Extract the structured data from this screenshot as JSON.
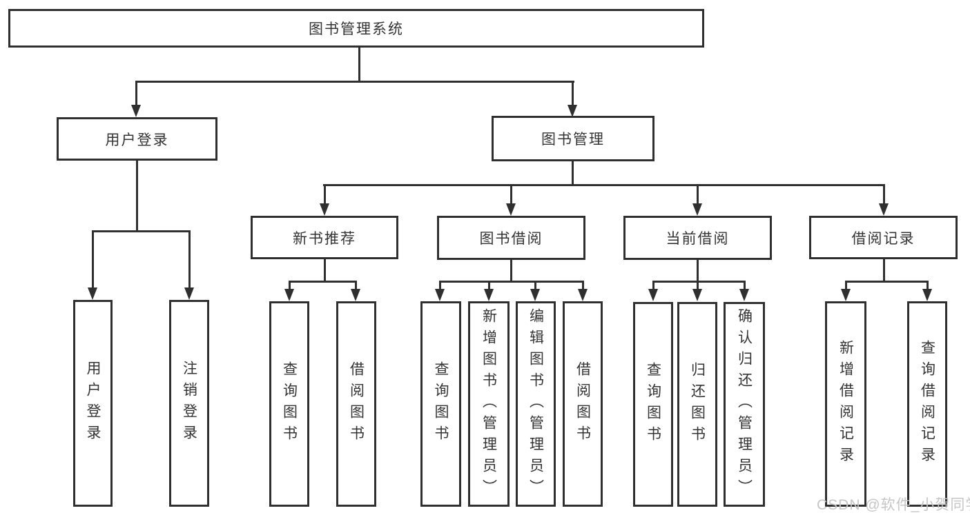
{
  "title": "图书管理系统",
  "nodes": {
    "root": {
      "label": "图书管理系统"
    },
    "user_login": {
      "label": "用户登录"
    },
    "book_mgmt": {
      "label": "图书管理"
    },
    "leaf_user_login": {
      "label": "用户登录"
    },
    "leaf_logout": {
      "label": "注销登录"
    },
    "new_book_rec": {
      "label": "新书推荐"
    },
    "book_borrow": {
      "label": "图书借阅"
    },
    "current_borrow": {
      "label": "当前借阅"
    },
    "borrow_record": {
      "label": "借阅记录"
    },
    "nb_query_book": {
      "label": "查询图书"
    },
    "nb_borrow_book": {
      "label": "借阅图书"
    },
    "bb_query_book": {
      "label": "查询图书"
    },
    "bb_add_book": {
      "label": "新增图书（管理员）"
    },
    "bb_edit_book": {
      "label": "编辑图书（管理员）"
    },
    "bb_borrow_book": {
      "label": "借阅图书"
    },
    "cb_query_book": {
      "label": "查询图书"
    },
    "cb_return_book": {
      "label": "归还图书"
    },
    "cb_confirm_return": {
      "label": "确认归还（管理员）"
    },
    "br_add_record": {
      "label": "新增借阅记录"
    },
    "br_query_record": {
      "label": "查询借阅记录"
    }
  },
  "edges": [
    {
      "from": "图书管理系统",
      "to": "用户登录"
    },
    {
      "from": "图书管理系统",
      "to": "图书管理"
    },
    {
      "from": "用户登录",
      "to": "用户登录"
    },
    {
      "from": "用户登录",
      "to": "注销登录"
    },
    {
      "from": "图书管理",
      "to": "新书推荐"
    },
    {
      "from": "图书管理",
      "to": "图书借阅"
    },
    {
      "from": "图书管理",
      "to": "当前借阅"
    },
    {
      "from": "图书管理",
      "to": "借阅记录"
    },
    {
      "from": "新书推荐",
      "to": "查询图书"
    },
    {
      "from": "新书推荐",
      "to": "借阅图书"
    },
    {
      "from": "图书借阅",
      "to": "查询图书"
    },
    {
      "from": "图书借阅",
      "to": "新增图书（管理员）"
    },
    {
      "from": "图书借阅",
      "to": "编辑图书（管理员）"
    },
    {
      "from": "图书借阅",
      "to": "借阅图书"
    },
    {
      "from": "当前借阅",
      "to": "查询图书"
    },
    {
      "from": "当前借阅",
      "to": "归还图书"
    },
    {
      "from": "当前借阅",
      "to": "确认归还（管理员）"
    },
    {
      "from": "借阅记录",
      "to": "新增借阅记录"
    },
    {
      "from": "借阅记录",
      "to": "查询借阅记录"
    }
  ],
  "watermark": {
    "text": "CSDN @软件_小贺同学"
  },
  "colors": {
    "line": "#2f2f2f",
    "text": "#333333",
    "background": "#ffffff",
    "watermark": "#c6c6c6"
  }
}
